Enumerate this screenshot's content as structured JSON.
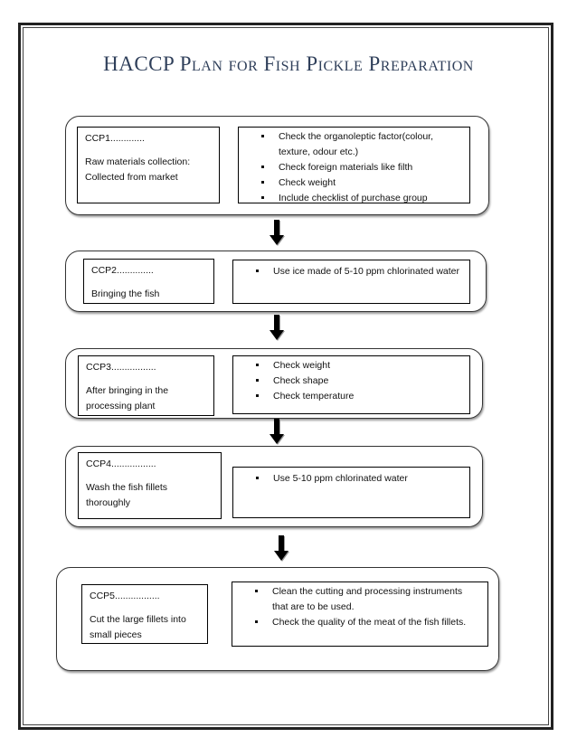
{
  "title": "HACCP Plan for Fish Pickle Preparation",
  "steps": [
    {
      "ccp": "CCP1.............",
      "desc": [
        "Raw materials collection:",
        "Collected from market"
      ],
      "checks": [
        "Check the organoleptic factor(colour, texture, odour etc.)",
        "Check foreign materials like filth",
        "Check weight",
        "Include checklist of purchase group"
      ]
    },
    {
      "ccp": "CCP2..............",
      "desc": [
        "Bringing the fish"
      ],
      "checks": [
        "Use ice made of 5-10 ppm chlorinated water"
      ]
    },
    {
      "ccp": "CCP3.................",
      "desc": [
        "After bringing in the processing plant"
      ],
      "checks": [
        "Check weight",
        "Check shape",
        "Check temperature"
      ]
    },
    {
      "ccp": "CCP4.................",
      "desc": [
        "Wash the fish fillets thoroughly"
      ],
      "checks": [
        "Use 5-10 ppm chlorinated water"
      ]
    },
    {
      "ccp": "CCP5.................",
      "desc": [
        "Cut the large fillets into small pieces"
      ],
      "checks": [
        "Clean the cutting and processing instruments that are to be used.",
        "Check the quality of the meat of the fish fillets."
      ]
    }
  ]
}
